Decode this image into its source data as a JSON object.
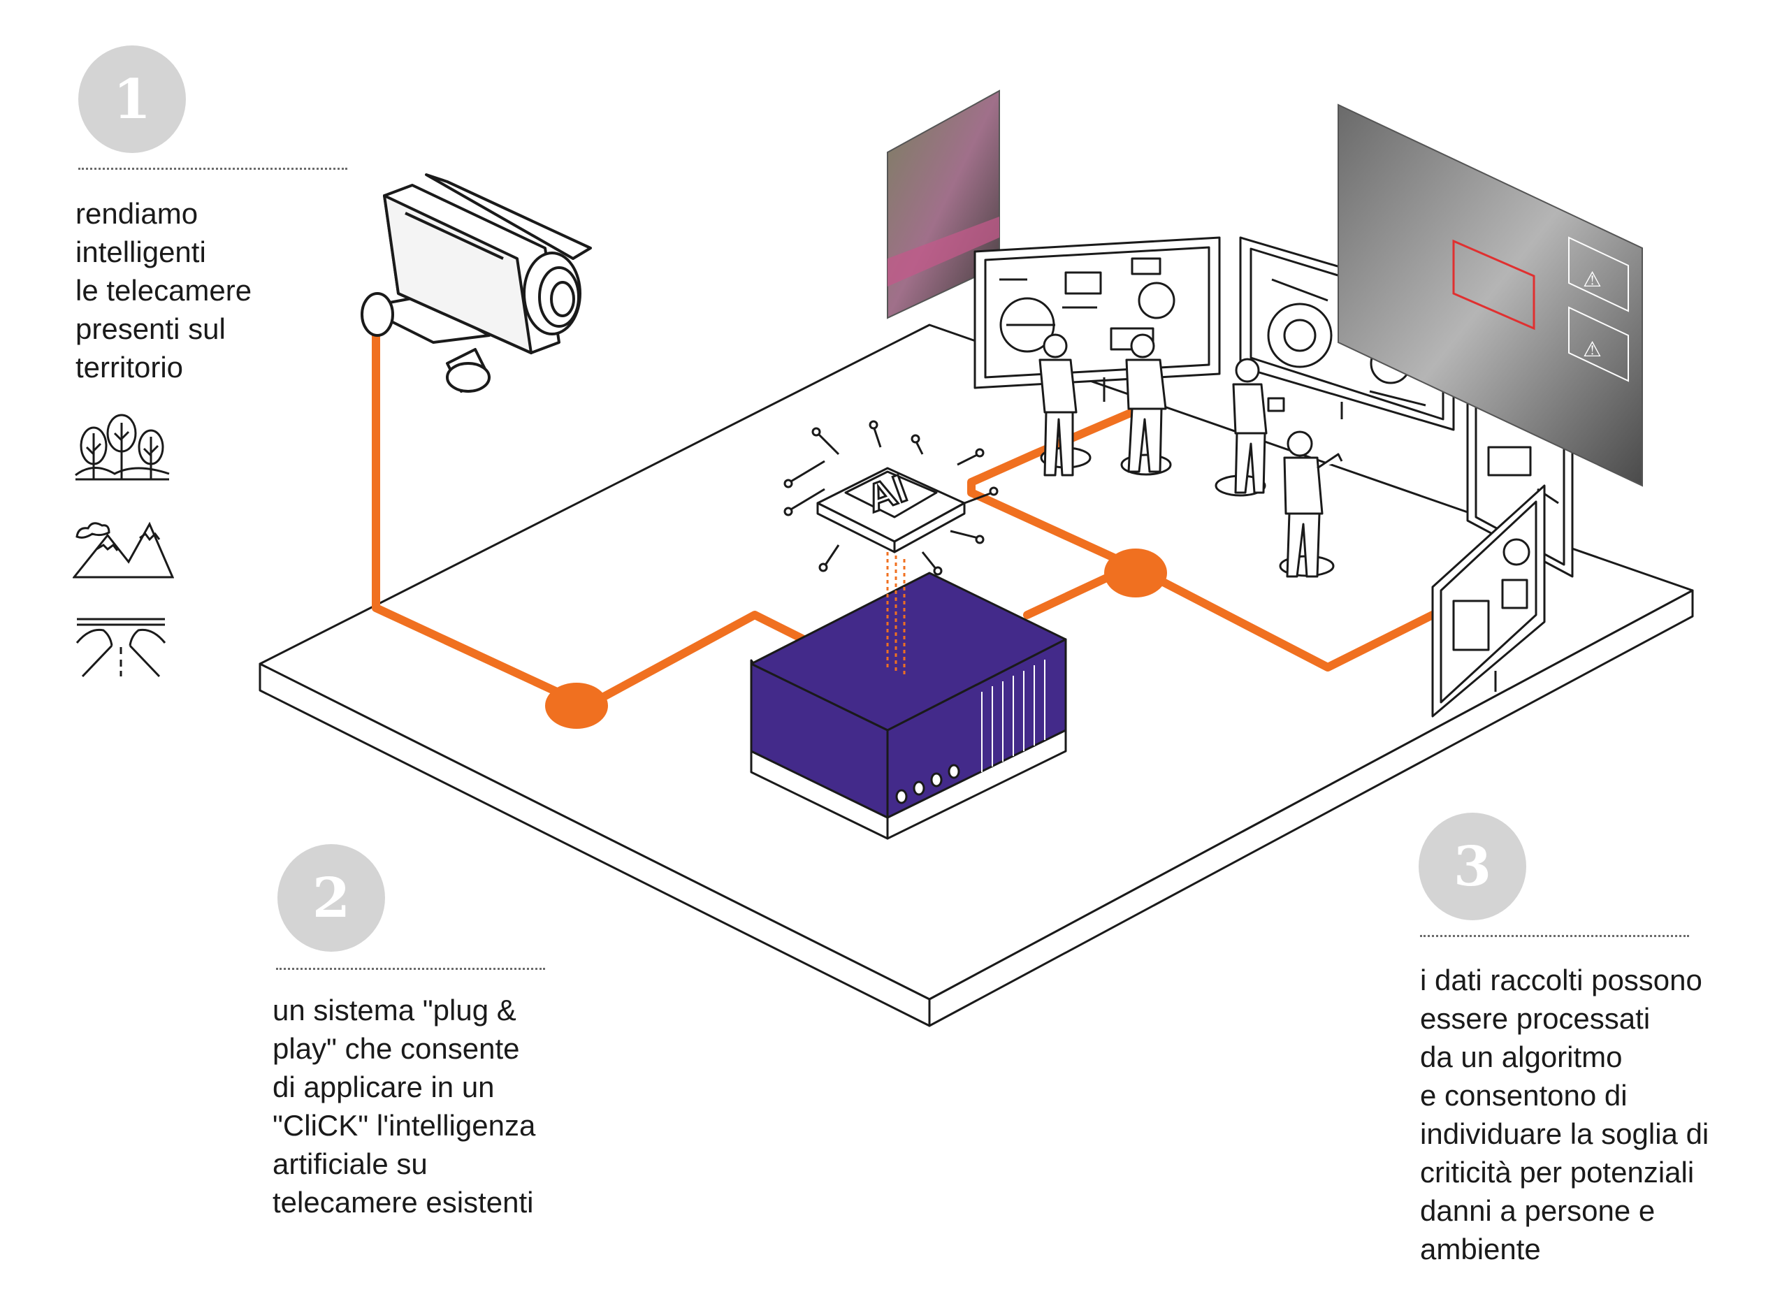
{
  "steps": [
    {
      "number": "1",
      "text": "rendiamo\nintelligenti\nle telecamere\npresenti sul\nterritorio"
    },
    {
      "number": "2",
      "text": "un sistema \"plug &\nplay\" che consente\ndi applicare in un\n\"CliCK\" l'intelligenza\nartificiale su\ntelecamere esistenti"
    },
    {
      "number": "3",
      "text": "i dati raccolti possono\nessere processati\nda un algoritmo\ne consentono di\nindividuare la soglia di\ncriticità per potenziali\ndanni a persone e\nambiente"
    }
  ],
  "chip_label": "AI",
  "environment_icons": [
    "forest-icon",
    "mountains-icon",
    "road-bridge-icon"
  ],
  "colors": {
    "cable": "#f07020",
    "server": "#432a8a",
    "badge": "#d4d4d4",
    "line": "#1a1a1a"
  }
}
